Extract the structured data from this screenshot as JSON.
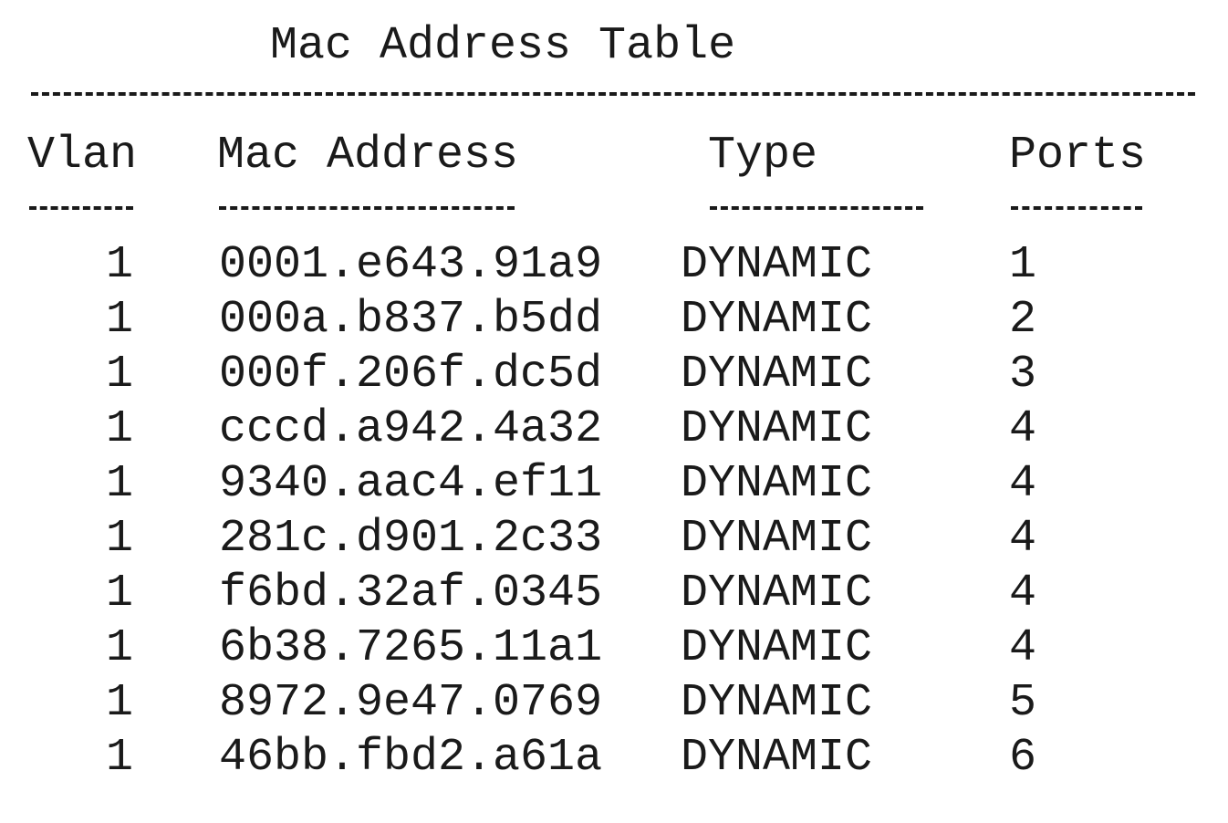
{
  "title": "Mac Address Table",
  "headers": {
    "vlan": "Vlan",
    "mac": "Mac Address",
    "type": "Type",
    "ports": "Ports"
  },
  "rows": [
    {
      "vlan": "1",
      "mac": "0001.e643.91a9",
      "type": "DYNAMIC",
      "port": "1"
    },
    {
      "vlan": "1",
      "mac": "000a.b837.b5dd",
      "type": "DYNAMIC",
      "port": "2"
    },
    {
      "vlan": "1",
      "mac": "000f.206f.dc5d",
      "type": "DYNAMIC",
      "port": "3"
    },
    {
      "vlan": "1",
      "mac": "cccd.a942.4a32",
      "type": "DYNAMIC",
      "port": "4"
    },
    {
      "vlan": "1",
      "mac": "9340.aac4.ef11",
      "type": "DYNAMIC",
      "port": "4"
    },
    {
      "vlan": "1",
      "mac": "281c.d901.2c33",
      "type": "DYNAMIC",
      "port": "4"
    },
    {
      "vlan": "1",
      "mac": "f6bd.32af.0345",
      "type": "DYNAMIC",
      "port": "4"
    },
    {
      "vlan": "1",
      "mac": "6b38.7265.11a1",
      "type": "DYNAMIC",
      "port": "4"
    },
    {
      "vlan": "1",
      "mac": "8972.9e47.0769",
      "type": "DYNAMIC",
      "port": "5"
    },
    {
      "vlan": "1",
      "mac": "46bb.fbd2.a61a",
      "type": "DYNAMIC",
      "port": "6"
    }
  ]
}
